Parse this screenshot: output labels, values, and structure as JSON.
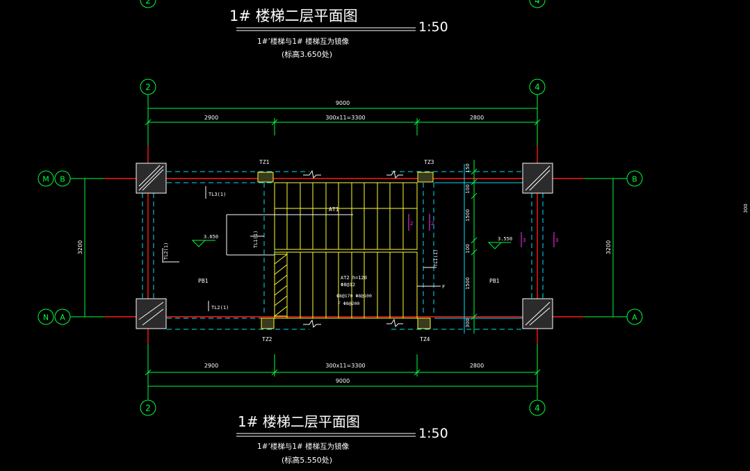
{
  "top_title": {
    "main": "1# 楼梯二层平面图",
    "scale": "1:50",
    "note1": "1#’楼梯与1# 楼梯互为镜像",
    "note2": "(标高3.650处)"
  },
  "bottom_title": {
    "main": "1# 楼梯二层平面图",
    "scale": "1:50",
    "note1": "1#’楼梯与1# 楼梯互为镜像",
    "note2": "(标高5.550处)"
  },
  "axes": {
    "a2": "2",
    "a4": "4",
    "M": "M",
    "B": "B",
    "N": "N",
    "A": "A"
  },
  "dims": {
    "total": "9000",
    "left": "2900",
    "mid": "300x11=3300",
    "right": "2800",
    "span": "3200",
    "r150": "150",
    "r100": "100",
    "r1500a": "1500",
    "r100b": "100",
    "r1500b": "1500",
    "r300": "300",
    "edge": "300"
  },
  "labels": {
    "tz1": "TZ1",
    "tz2": "TZ2",
    "tz3": "TZ3",
    "tz4": "TZ4",
    "tl3": "TL3(1)",
    "tl2a": "TL2(1)",
    "tl2b": "TL2(1)",
    "tl1a": "TL1(1)",
    "tl1b": "TL1(1)",
    "at1": "AT1",
    "at2": "AT2 h=120",
    "at2b": "Φ8@12",
    "at2c": "Φ8@170 Φ8@100",
    "at2d": "F Φ8@200",
    "pb1a": "PB1",
    "pb1b": "PB1",
    "lvl1": "3.650",
    "lvl2": "3.550",
    "sec": "2",
    "sec2": "3",
    "fmark": "F"
  }
}
